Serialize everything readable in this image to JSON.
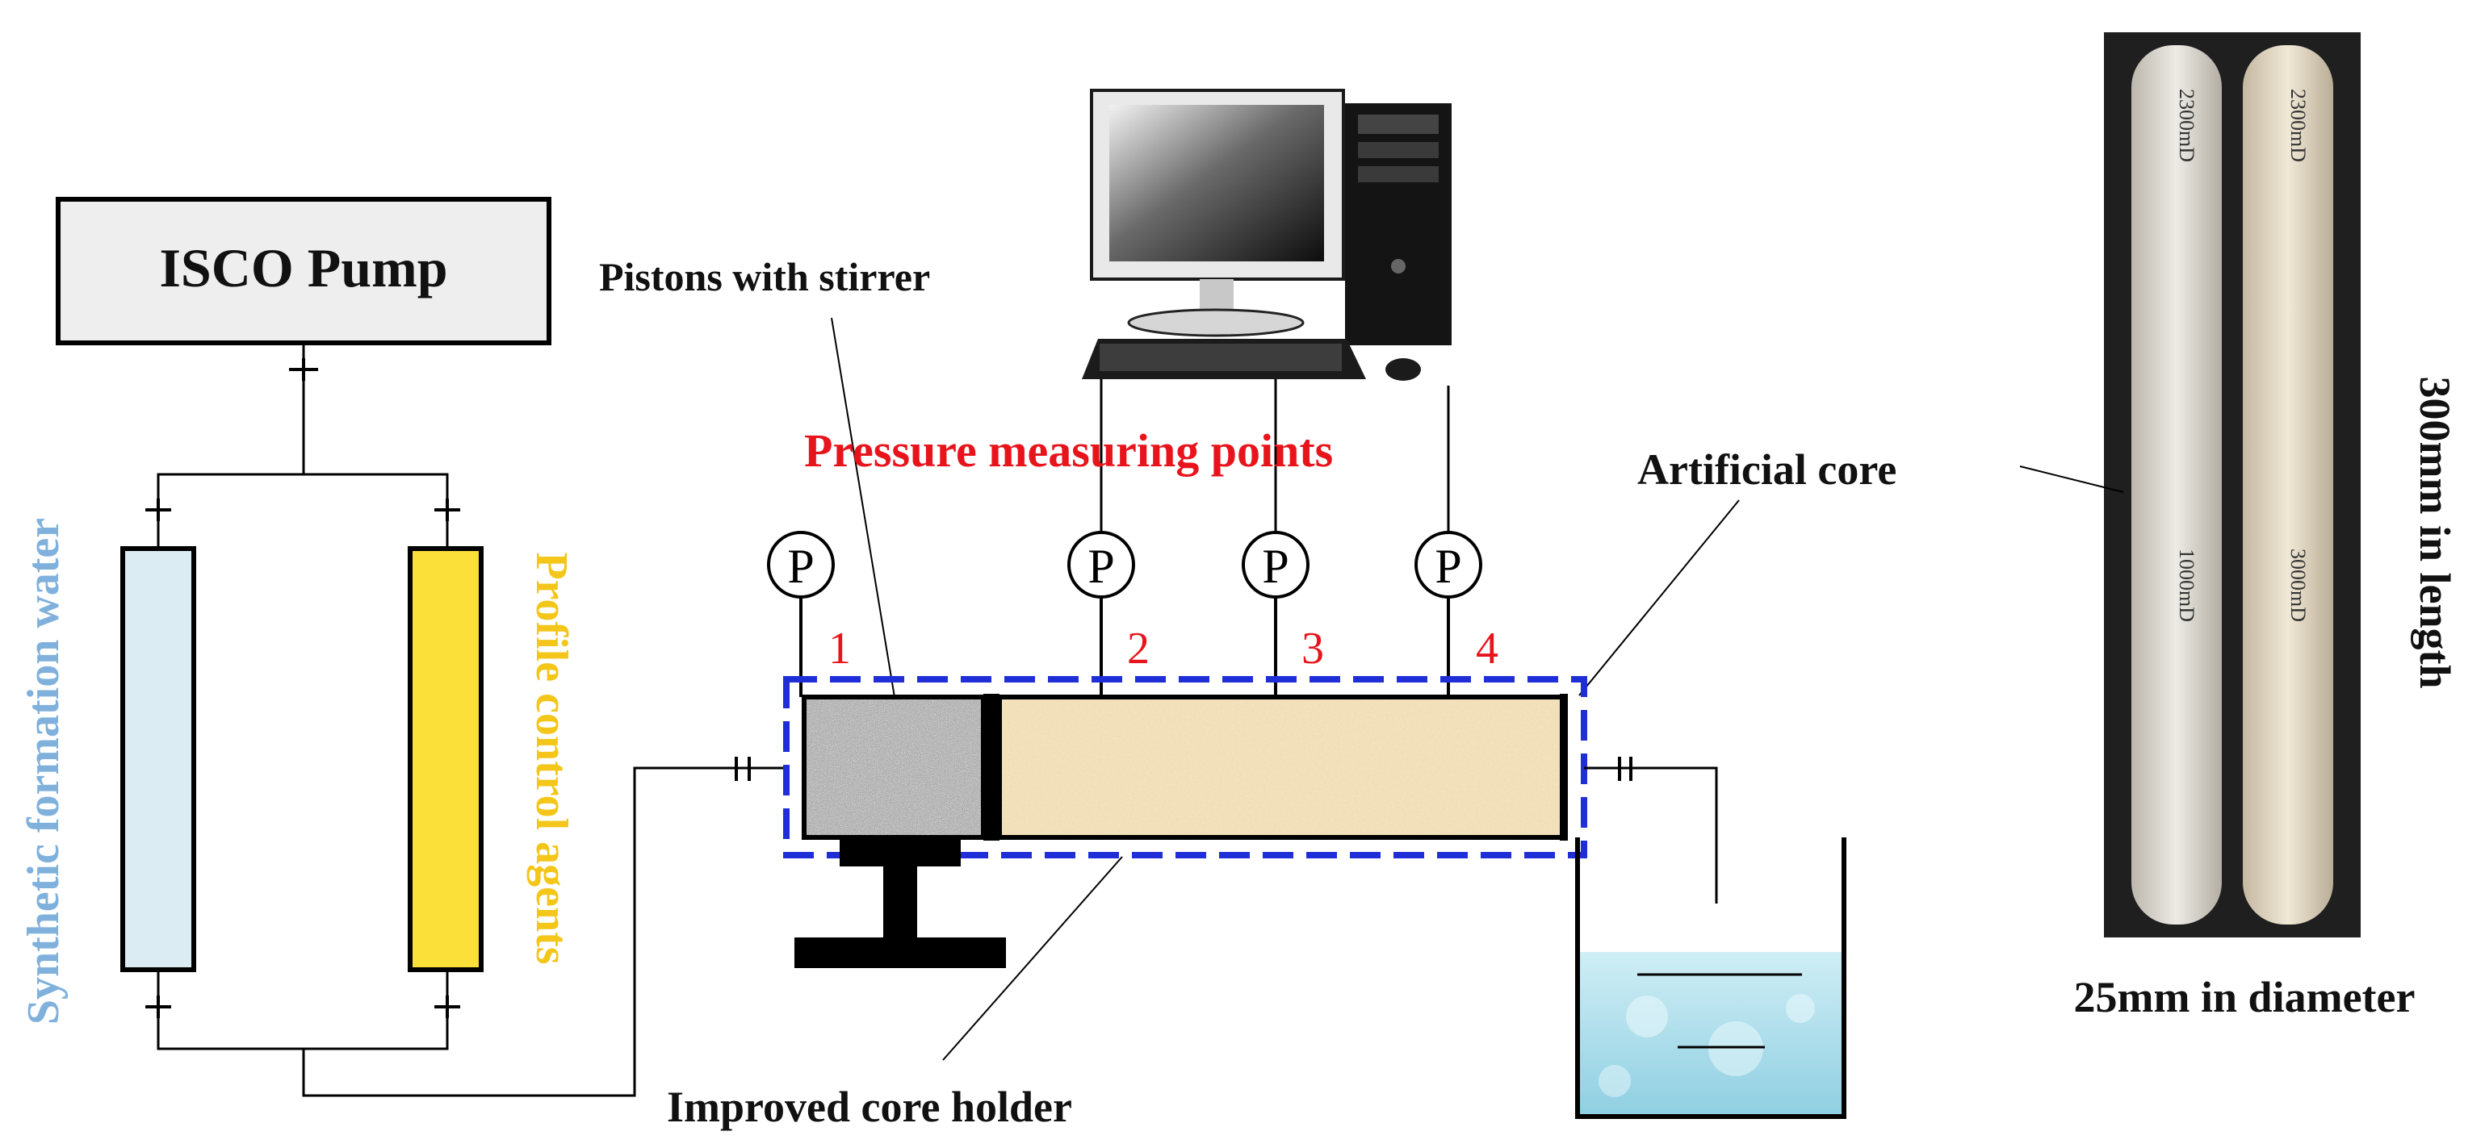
{
  "labels": {
    "pump": "ISCO Pump",
    "pistons": "Pistons with stirrer",
    "pressure_points": "Pressure measuring points",
    "artificial_core": "Artificial core",
    "water": "Synthetic formation water",
    "agents": "Profile control agents",
    "holder": "Improved core holder",
    "length": "300mm in length",
    "diameter": "25mm in diameter"
  },
  "gauges": [
    {
      "symbol": "P",
      "number": "1"
    },
    {
      "symbol": "P",
      "number": "2"
    },
    {
      "symbol": "P",
      "number": "3"
    },
    {
      "symbol": "P",
      "number": "4"
    }
  ],
  "core_marks": [
    "2300mD",
    "1000mD",
    "3000mD",
    "2300mD"
  ],
  "colors": {
    "label_red": "#e8141c",
    "water_blue": "#7fb1dc",
    "agent_gold": "#f3c619",
    "holder_dash": "#1f2ed6",
    "water_cylinder": "#dbecf3",
    "agent_cylinder": "#fce03a",
    "core_fill": "#efdcb2",
    "piston_fill": "#9b9b9b"
  }
}
